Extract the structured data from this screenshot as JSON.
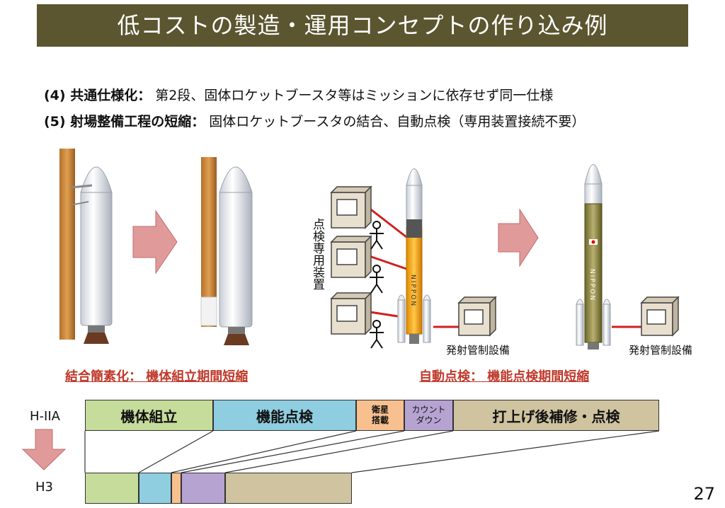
{
  "title": "低コストの製造・運用コンセプトの作り込み例",
  "bullets": [
    {
      "head": "(4) 共通仕様化",
      "sep": "：",
      "body": "第2段、固体ロケットブースタ等はミッションに依存せず同一仕様"
    },
    {
      "head": "(5) 射場整備工程の短縮",
      "sep": "：",
      "body": "固体ロケットブースタの結合、自動点検（専用装置接続不要）"
    }
  ],
  "captions": {
    "left": "結合簡素化：  機体組立期間短縮",
    "right": "自動点検：  機能点検期間短縮"
  },
  "labels": {
    "checkout_equipment": "点検専用装置",
    "launch_control_1": "発射管制設備",
    "launch_control_2": "発射管制設備",
    "rocket_text_1": "NIPPON",
    "rocket_text_2": "NIPPON"
  },
  "timeline": {
    "rows": [
      "H-IIA",
      "H3"
    ],
    "segments": [
      {
        "label": "機体組立",
        "color": "#c6dc9b"
      },
      {
        "label": "機能点検",
        "color": "#8fcde0"
      },
      {
        "label": "衛星\n搭載",
        "color": "#f8c08e"
      },
      {
        "label": "カウント\nダウン",
        "color": "#b7a3d2"
      },
      {
        "label": "打上げ後補修・点検",
        "color": "#cfc3a0"
      }
    ]
  },
  "colors": {
    "title_bg": "#5b5630",
    "caption": "#c0392b",
    "arrow_fill": "#e19a9a",
    "cable": "#d02020"
  },
  "page_number": "27"
}
